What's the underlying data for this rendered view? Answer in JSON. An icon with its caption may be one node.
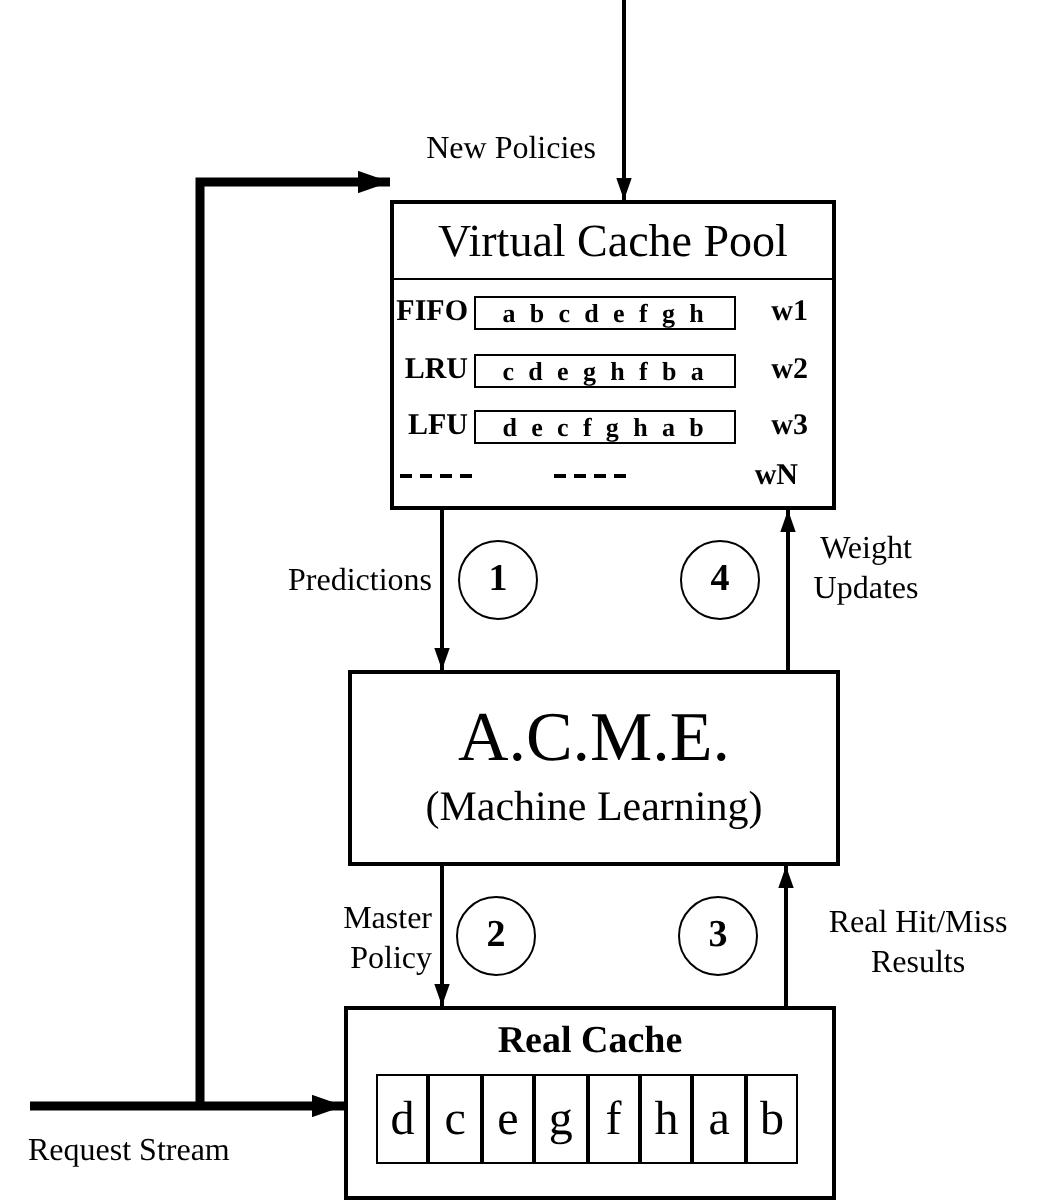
{
  "diagram": {
    "nodes": [
      {
        "text": [
          "Virtual Cache Pool"
        ]
      },
      {
        "text": [
          "a b c d e f g h"
        ],
        "in": 0,
        "beside": [
          "FIFO",
          "w1"
        ]
      },
      {
        "text": [
          "c d e g h f b a"
        ],
        "in": 0,
        "beside": [
          "LRU",
          "w2"
        ]
      },
      {
        "text": [
          "d e c f g h a b"
        ],
        "in": 0,
        "beside": [
          "LFU",
          "w3"
        ]
      },
      {
        "text": [
          "A.C.M.E.",
          "(Machine Learning)"
        ]
      },
      {
        "text": [
          "Real Cache"
        ]
      },
      {
        "text": [
          "d"
        ],
        "in": 5
      },
      {
        "text": [
          "c"
        ],
        "in": 5
      },
      {
        "text": [
          "e"
        ],
        "in": 5
      },
      {
        "text": [
          "g"
        ],
        "in": 5
      },
      {
        "text": [
          "f"
        ],
        "in": 5
      },
      {
        "text": [
          "h"
        ],
        "in": 5
      },
      {
        "text": [
          "a"
        ],
        "in": 5
      },
      {
        "text": [
          "b"
        ],
        "in": 5
      },
      {
        "text": [
          "1"
        ]
      },
      {
        "text": [
          "4"
        ]
      },
      {
        "text": [
          "2"
        ]
      },
      {
        "text": [
          "3"
        ]
      }
    ],
    "edges": [
      {
        "from": null,
        "to": 0,
        "arrow": "to",
        "label": "New Policies"
      },
      {
        "from": null,
        "to": 5,
        "arrow": "to",
        "label": "Request Stream",
        "style": "thick"
      },
      {
        "from": null,
        "to": 0,
        "arrow": "to",
        "style": "thick"
      },
      {
        "from": 0,
        "to": 4,
        "arrow": "to",
        "label": "Predictions"
      },
      {
        "from": 4,
        "to": 0,
        "arrow": "to",
        "label": "Weight Updates"
      },
      {
        "from": 4,
        "to": 5,
        "arrow": "to",
        "label": "Master Policy"
      },
      {
        "from": 5,
        "to": 4,
        "arrow": "to",
        "label": "Real Hit/Miss Results"
      }
    ],
    "labels": [
      "wN"
    ]
  }
}
